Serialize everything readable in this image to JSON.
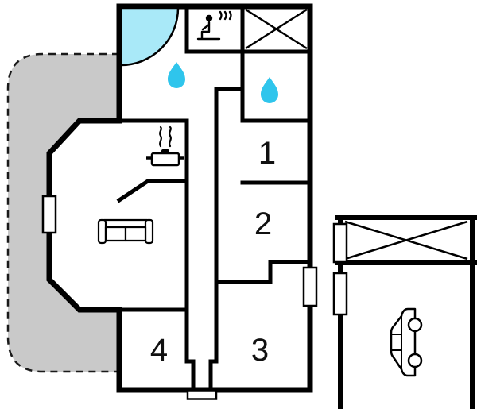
{
  "colors": {
    "wall": "#000000",
    "terrace_fill": "#c9c9c9",
    "water_drop": "#2fc5ec",
    "door_arc": "#a9e9f8",
    "room_fill": "#ffffff"
  },
  "rooms": [
    {
      "label": "1"
    },
    {
      "label": "2"
    },
    {
      "label": "3"
    },
    {
      "label": "4"
    }
  ],
  "icons": {
    "sauna": "person-on-bench-with-steam",
    "shower": "water-drop",
    "kitchen": "pot-with-steam",
    "living": "sofa-top-view",
    "garage": "car-side-view",
    "storage": "x-cross",
    "door": "quarter-circle-door-swing",
    "window": "wall-window",
    "terrace": "dashed-gray-terrace"
  }
}
